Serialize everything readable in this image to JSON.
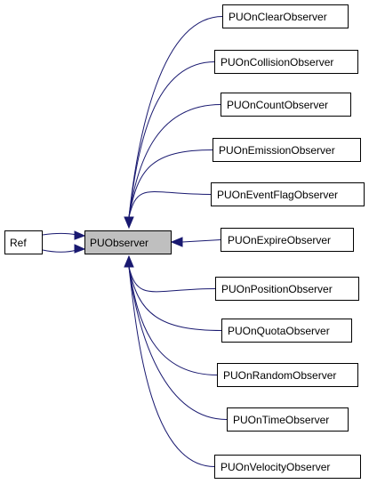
{
  "colors": {
    "edge": "#191970",
    "focus_fill": "#bfbfbf",
    "node_fill": "#ffffff",
    "border": "#000000"
  },
  "nodes": {
    "ref": "Ref",
    "pu_observer": "PUObserver",
    "subclasses": [
      "PUOnClearObserver",
      "PUOnCollisionObserver",
      "PUOnCountObserver",
      "PUOnEmissionObserver",
      "PUOnEventFlagObserver",
      "PUOnExpireObserver",
      "PUOnPositionObserver",
      "PUOnQuotaObserver",
      "PUOnRandomObserver",
      "PUOnTimeObserver",
      "PUOnVelocityObserver"
    ]
  }
}
